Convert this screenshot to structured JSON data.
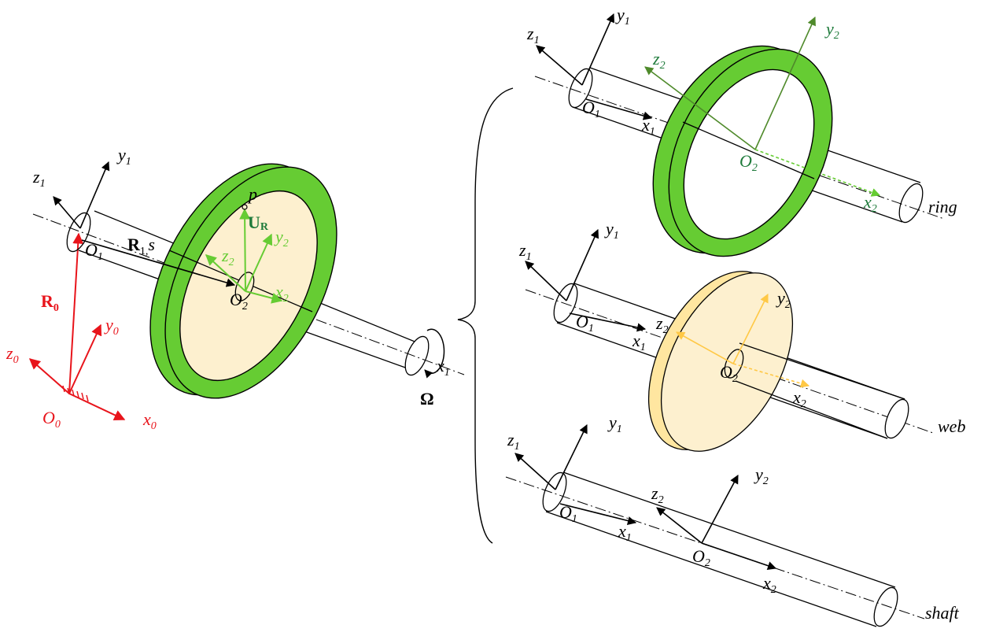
{
  "colors": {
    "ink": "#000000",
    "ground_frame": "#e8141b",
    "ring_fill": "#66cc33",
    "web_fill": "#fdf0cf",
    "web_disk_fill": "#ffe6a0",
    "web_axis": "#ffc845",
    "ring_axis_dark": "#4f8a2b",
    "ring_axis_green": "#66cc33",
    "ring_label": "#1d7a3a"
  },
  "assembly": {
    "ground": {
      "origin": "O",
      "origin_sub": "0",
      "x": "x",
      "x_sub": "0",
      "y": "y",
      "y_sub": "0",
      "z": "z",
      "z_sub": "0",
      "r0": "R",
      "r0_sub": "0"
    },
    "shaft": {
      "origin": "O",
      "origin_sub": "1",
      "y": "y",
      "y_sub": "1",
      "z": "z",
      "z_sub": "1",
      "x": "x",
      "x_sub": "1",
      "r1s": "R",
      "r1s_sub": "1,",
      "r1s_s": "s",
      "omega": "Ω"
    },
    "disk": {
      "origin": "O",
      "origin_sub": "2",
      "x": "x",
      "x_sub": "2",
      "y": "y",
      "y_sub": "2",
      "z": "z",
      "z_sub": "2",
      "point": "p",
      "ur": "U",
      "ur_sub": "R"
    }
  },
  "parts": [
    {
      "name": "ring",
      "o1": "O",
      "o1_sub": "1",
      "x1": "x",
      "x1_sub": "1",
      "y1": "y",
      "y1_sub": "1",
      "z1": "z",
      "z1_sub": "1",
      "o2": "O",
      "o2_sub": "2",
      "x2": "x",
      "x2_sub": "2",
      "y2": "y",
      "y2_sub": "2",
      "z2": "z",
      "z2_sub": "2"
    },
    {
      "name": "web",
      "o1": "O",
      "o1_sub": "1",
      "x1": "x",
      "x1_sub": "1",
      "y1": "y",
      "y1_sub": "1",
      "z1": "z",
      "z1_sub": "1",
      "o2": "O",
      "o2_sub": "2",
      "x2": "x",
      "x2_sub": "2",
      "y2": "y",
      "y2_sub": "2",
      "z2": "z",
      "z2_sub": "2"
    },
    {
      "name": "shaft",
      "o1": "O",
      "o1_sub": "1",
      "x1": "x",
      "x1_sub": "1",
      "y1": "y",
      "y1_sub": "1",
      "z1": "z",
      "z1_sub": "1",
      "o2": "O",
      "o2_sub": "2",
      "x2": "x",
      "x2_sub": "2",
      "y2": "y",
      "y2_sub": "2",
      "z2": "z",
      "z2_sub": "2"
    }
  ]
}
